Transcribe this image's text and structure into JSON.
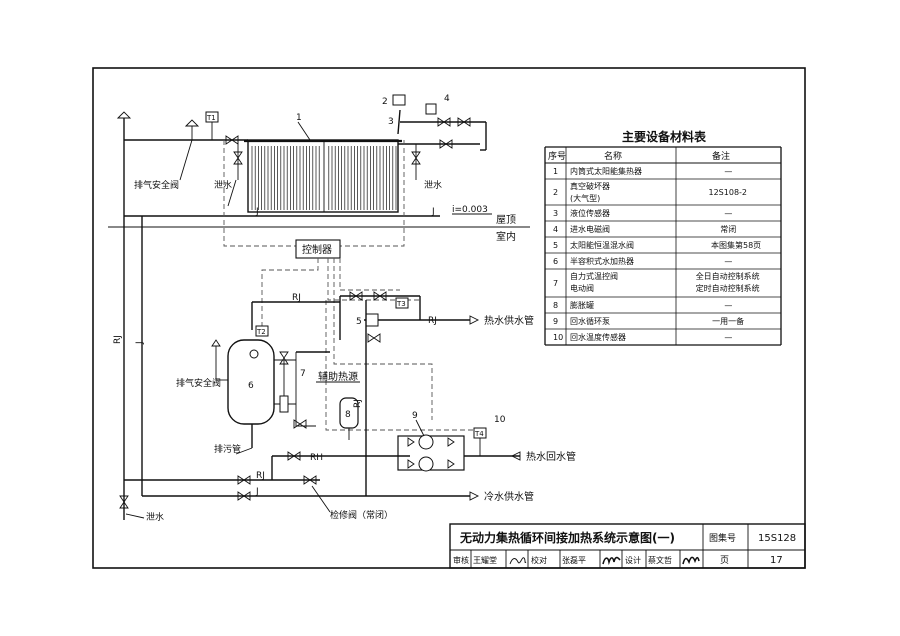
{
  "title_block": {
    "title": "无动力集热循环间接加热系统示意图(一)",
    "atlas_label": "图集号",
    "atlas_no": "15S128",
    "review_label": "审核",
    "reviewer": "王耀堂",
    "check_label": "校对",
    "checker": "张磊平",
    "design_label": "设计",
    "designer": "蔡文哲",
    "page_label": "页",
    "page_no": "17"
  },
  "equipment_table": {
    "title": "主要设备材料表",
    "headers": [
      "序号",
      "名称",
      "备注"
    ],
    "rows": [
      {
        "no": "1",
        "name": "内筒式太阳能集热器",
        "note": "—"
      },
      {
        "no": "2",
        "name": "真空破坏器\n(大气型)",
        "note": "12S108-2"
      },
      {
        "no": "3",
        "name": "液位传感器",
        "note": "—"
      },
      {
        "no": "4",
        "name": "进水电磁阀",
        "note": "常闭"
      },
      {
        "no": "5",
        "name": "太阳能恒温混水阀",
        "note": "本图集第58页"
      },
      {
        "no": "6",
        "name": "半容积式水加热器",
        "note": "—"
      },
      {
        "no": "7",
        "name": "自力式温控阀\n电动阀",
        "note": "全日自动控制系统\n定时自动控制系统"
      },
      {
        "no": "8",
        "name": "膨胀罐",
        "note": "—"
      },
      {
        "no": "9",
        "name": "回水循环泵",
        "note": "一用一备"
      },
      {
        "no": "10",
        "name": "回水温度传感器",
        "note": "—"
      }
    ]
  },
  "labels": {
    "exhaust_valve_1": "排气安全阀",
    "exhaust_valve_2": "排气安全阀",
    "drain_1": "泄水",
    "drain_2": "泄水",
    "drain_3": "泄水",
    "roof": "屋顶",
    "indoor": "室内",
    "slope": "i=0.003",
    "controller": "控制器",
    "hot_supply": "热水供水管",
    "hot_return": "热水回水管",
    "cold_supply": "冷水供水管",
    "aux_heat": "辅助热源",
    "sewage": "排污管",
    "overhaul_valve": "检修阀（常闭）",
    "pipe_j": "J",
    "pipe_j_mid": "J",
    "pipe_j_bottom": "J",
    "pipe_j_left": "J",
    "pipe_j_right": "J",
    "pipe_rj_top": "RJ",
    "pipe_rj_hot": "RJ",
    "pipe_rj_bottom": "RJ",
    "pipe_rj_vert": "RJ",
    "pipe_rj_left": "RJ",
    "pipe_rh": "RH",
    "sensor_t1": "T1",
    "sensor_t2": "T2",
    "sensor_t3": "T3",
    "sensor_t4": "T4",
    "num_1": "1",
    "num_2": "2",
    "num_3": "3",
    "num_4": "4",
    "num_5": "5",
    "num_6": "6",
    "num_7": "7",
    "num_8": "8",
    "num_9": "9",
    "num_10": "10"
  }
}
